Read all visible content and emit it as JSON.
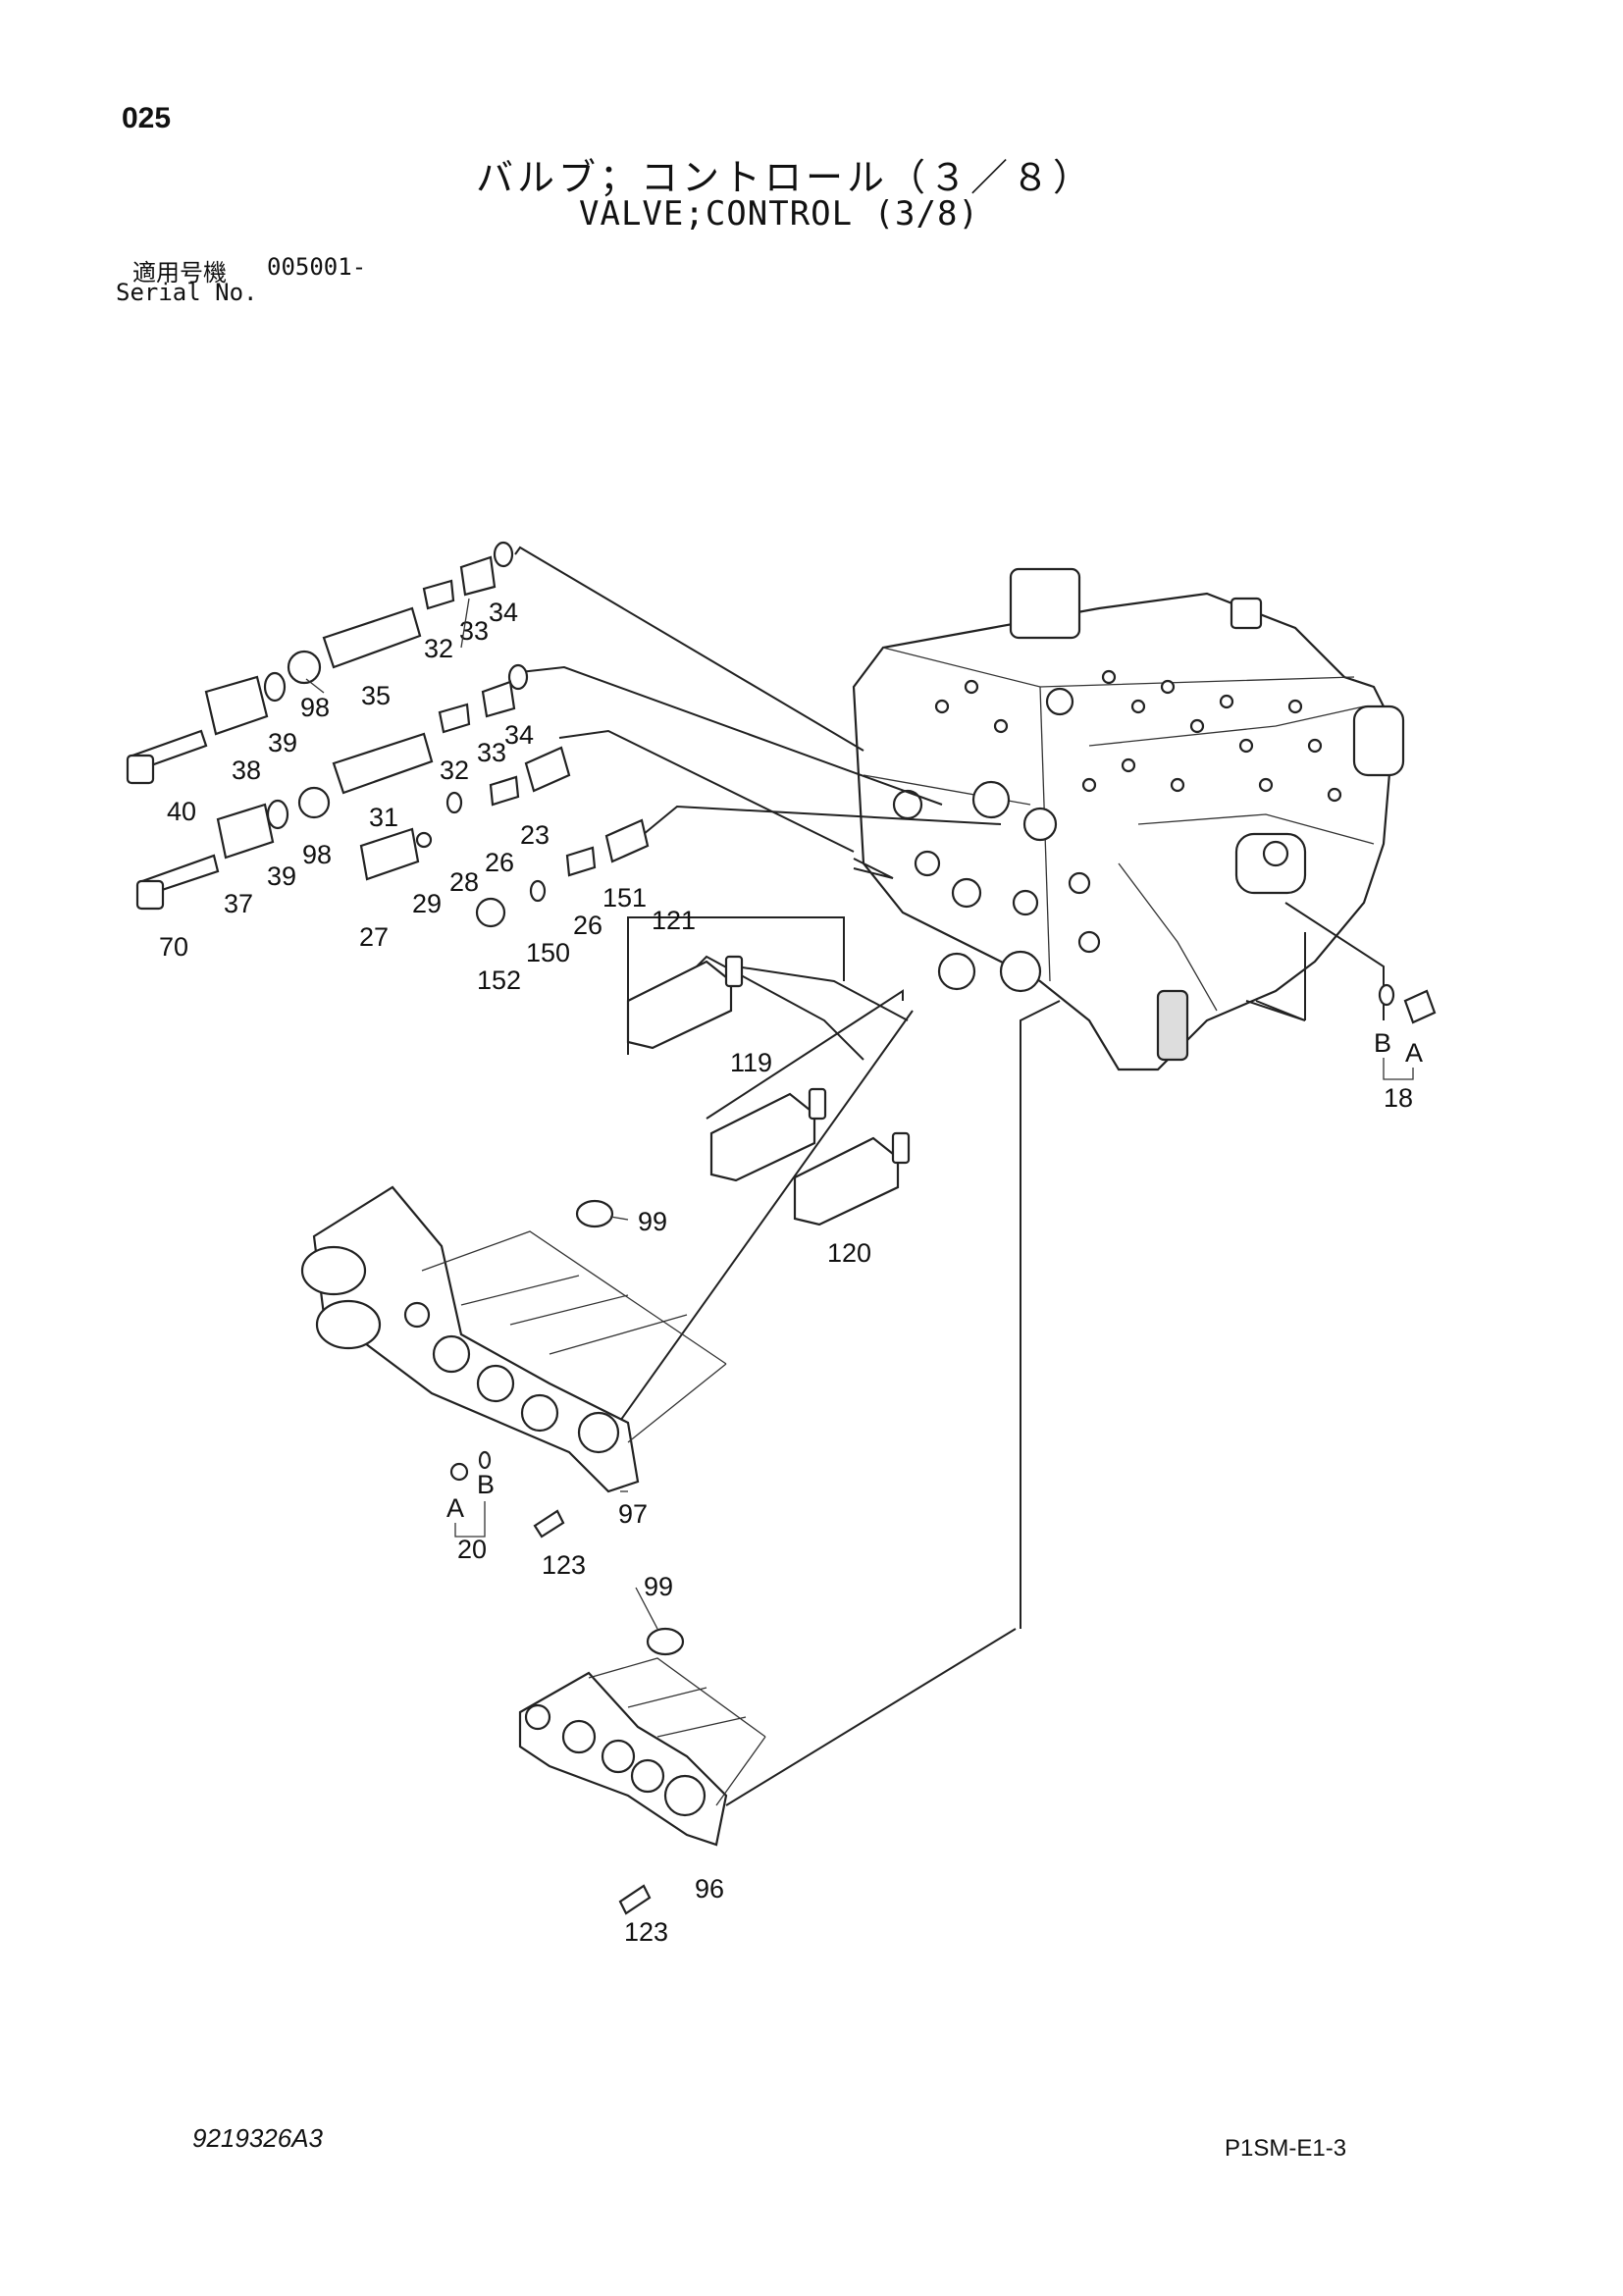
{
  "page_number": "025",
  "title_jp": "バルブ；コントロール（３／８）",
  "title_en": "VALVE;CONTROL (3/8)",
  "serial_label_jp": "適用号機",
  "serial_value": "005001-",
  "serial_label_en": "Serial No.",
  "document_number": "9219326A3",
  "sheet_code": "P1SM-E1-3",
  "callouts": {
    "c34a": "34",
    "c33a": "33",
    "c32a": "32",
    "c35": "35",
    "c98a": "98",
    "c39a": "39",
    "c38": "38",
    "c40": "40",
    "c34b": "34",
    "c33b": "33",
    "c32b": "32",
    "c31": "31",
    "c23": "23",
    "c98b": "98",
    "c39b": "39",
    "c37": "37",
    "c70": "70",
    "c27": "27",
    "c29": "29",
    "c28": "28",
    "c26a": "26",
    "c151": "151",
    "c26b": "26",
    "c150": "150",
    "c152": "152",
    "c121": "121",
    "c119": "119",
    "c120": "120",
    "c99a": "99",
    "c18": "18",
    "c18B": "B",
    "c18A": "A",
    "c20": "20",
    "c20A": "A",
    "c20B": "B",
    "c123a": "123",
    "c97": "97",
    "c99b": "99",
    "c96": "96",
    "c123b": "123"
  }
}
